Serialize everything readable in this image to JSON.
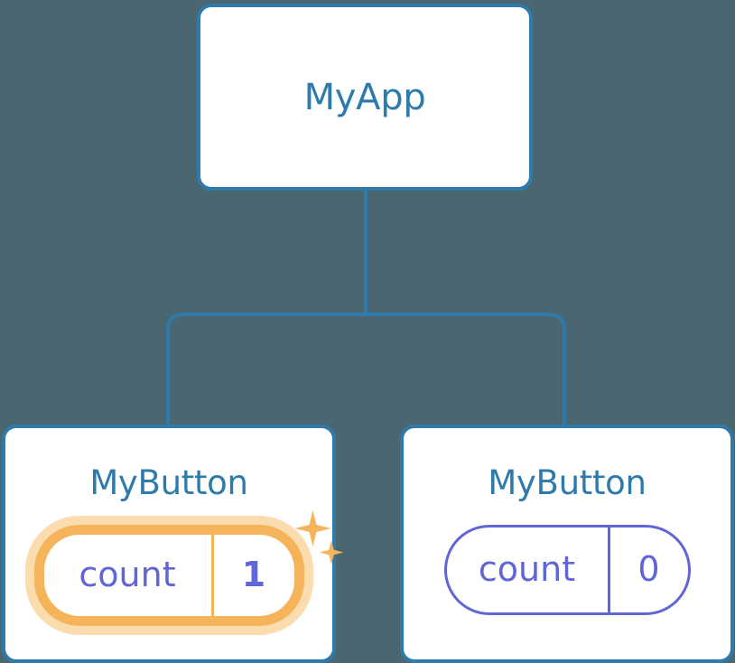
{
  "diagram": {
    "type": "component-tree",
    "background_color": "#4a6670",
    "node_border_color": "#2e7bab",
    "node_title_color": "#2e7bab",
    "connector_color": "#2e7bab",
    "state_color": "#6166d6",
    "highlight_color": "#f6b45a",
    "highlight_glow_color": "#fbdcae"
  },
  "root": {
    "title": "MyApp"
  },
  "children": [
    {
      "title": "MyButton",
      "state": {
        "key": "count",
        "value": "1"
      },
      "highlighted": true,
      "sparkle_icons": [
        "sparkle-big-icon",
        "sparkle-small-icon"
      ]
    },
    {
      "title": "MyButton",
      "state": {
        "key": "count",
        "value": "0"
      },
      "highlighted": false
    }
  ]
}
